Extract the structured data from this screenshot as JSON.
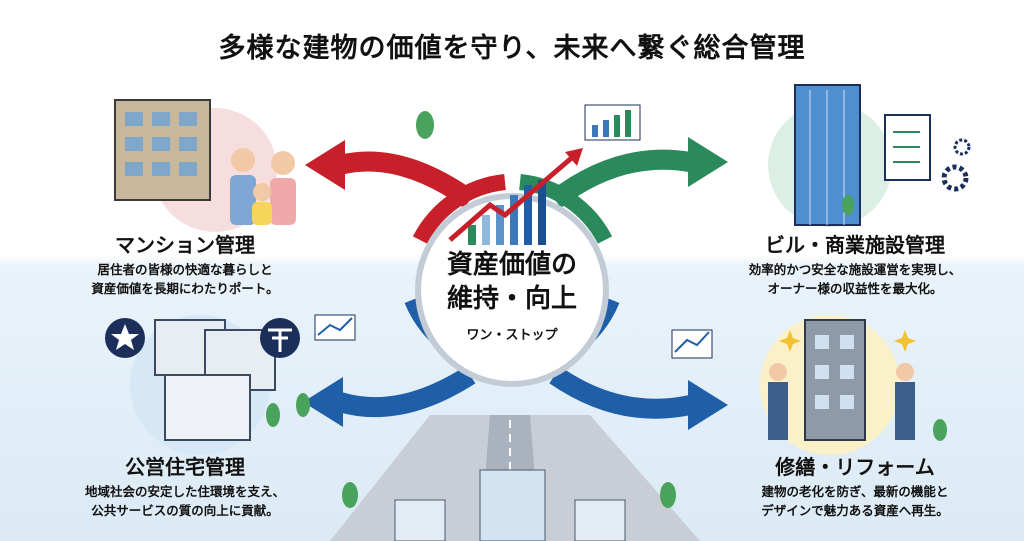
{
  "title": "多様な建物の価値を守り、未来へ繋ぐ総合管理",
  "center": {
    "line1": "資産価値の",
    "line2": "維持・向上",
    "sub": "ワン・ストップ"
  },
  "sections": [
    {
      "title": "マンション管理",
      "desc1": "居住者の皆様の快適な暮らしと",
      "desc2": "資産価値を長期にわたりポート。"
    },
    {
      "title": "ビル・商業施設管理",
      "desc1": "効率的かつ安全な施設運営を実現し、",
      "desc2": "オーナー様の収益性を最大化。"
    },
    {
      "title": "公営住宅管理",
      "desc1": "地域社会の安定した住環境を支え、",
      "desc2": "公共サービスの質の向上に貢献。"
    },
    {
      "title": "修繕・リフォーム",
      "desc1": "建物の老化を防ぎ、最新の機能と",
      "desc2": "デザインで魅力ある資産へ再生。"
    }
  ],
  "colors": {
    "red": "#c8202a",
    "green": "#2a8a5c",
    "blue": "#1f5fa8",
    "navy": "#1b2f5a"
  }
}
